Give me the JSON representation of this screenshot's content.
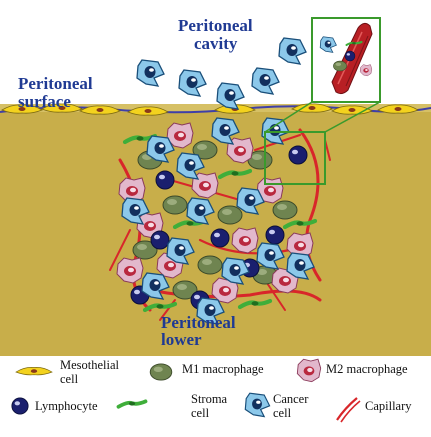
{
  "labels": {
    "cavity": [
      "Peritoneal",
      "cavity"
    ],
    "surface": [
      "Peritoneal",
      "surface"
    ],
    "lower": [
      "Peritoneal",
      "lower"
    ]
  },
  "legend": {
    "mesothelial": [
      "Mesothelial",
      "cell"
    ],
    "m1": "M1 macrophage",
    "m2": "M2 macrophage",
    "lymphocyte": "Lymphocyte",
    "stroma": [
      "Stroma",
      "cell"
    ],
    "cancer": [
      "Cancer",
      "cell"
    ],
    "capillary": "Capillary"
  },
  "colors": {
    "tissue": "#c8ae4a",
    "label_text": "#1f3a93",
    "mesothelial": "#f3d21e",
    "m1": "#6f8450",
    "m2": "#e2b8cc",
    "m2_nucleus": "#b8283e",
    "lymphocyte": "#1a1f6e",
    "stroma": "#3fae3a",
    "cancer": "#8cc8ea",
    "cancer_nucleus": "#12305e",
    "capillary": "#d8262a",
    "inset_frame": "#3a9a2c"
  }
}
